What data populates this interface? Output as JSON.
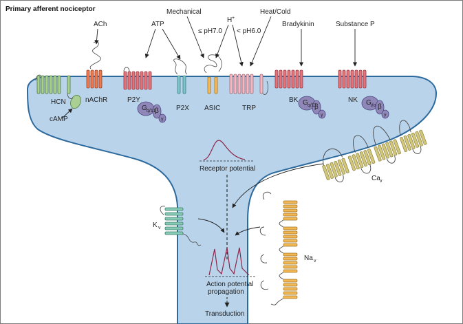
{
  "title": "Primary afferent nociceptor",
  "stimuli": {
    "ach": "ACh",
    "atp": "ATP",
    "mechanical": "Mechanical",
    "proton": "H",
    "proton_sup": "+",
    "ph70": "≤ pH7.0",
    "ph60": "< pH6.0",
    "heat_cold": "Heat/Cold",
    "bradykinin": "Bradykinin",
    "substance_p": "Substance P"
  },
  "channels": {
    "hcn": "HCN",
    "camp": "cAMP",
    "nachr": "nAChR",
    "p2y": "P2Y",
    "p2x": "P2X",
    "asic": "ASIC",
    "trp": "TRP",
    "bk": "BK",
    "nk": "NK",
    "ca": "Ca",
    "ca_sub": "v",
    "k": "K",
    "k_sub": "v",
    "na": "Na",
    "na_sub": "v"
  },
  "gproteins": {
    "p2y": {
      "g": "G",
      "g_sub": "q/11",
      "b": "β",
      "y": "γ"
    },
    "bk": {
      "g": "G",
      "g_sub": "q/11",
      "b": "β",
      "y": "γ"
    },
    "nk": {
      "g": "G",
      "g_sub": "i/o",
      "b": "β",
      "y": "γ"
    }
  },
  "process": {
    "receptor_potential": "Receptor potential",
    "action_potential_1": "Action potential",
    "action_potential_2": "propagation",
    "transduction": "Transduction"
  },
  "colors": {
    "cell_fill": "#b9d3ea",
    "cell_stroke": "#2c6a9e",
    "hcn": "#a9cf93",
    "nachr": "#ee7a52",
    "gpcr": "#e4747c",
    "p2x": "#7fc4c9",
    "asic": "#f3b95a",
    "trp": "#f2b9c3",
    "ca": "#d2c77c",
    "k": "#86c9b4",
    "na": "#f1b753",
    "gprotein": "#8f87b8",
    "waveform": "#8c2448"
  }
}
